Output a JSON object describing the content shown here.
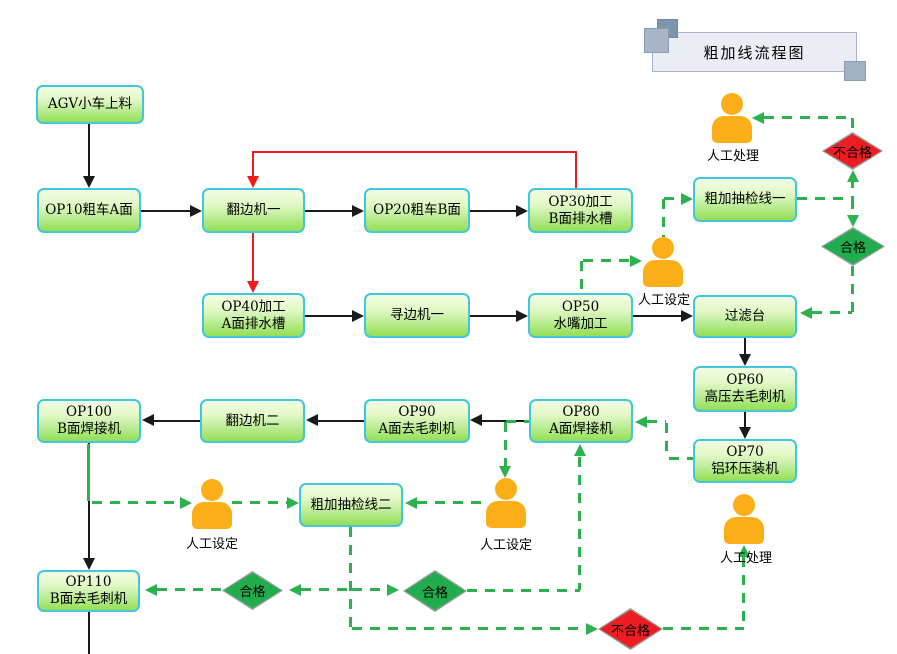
{
  "title": {
    "text": "粗加线流程图"
  },
  "nodes": {
    "agv": {
      "label": "AGV小车上料"
    },
    "op10": {
      "label": "OP10粗车A面"
    },
    "fanbianji1": {
      "label": "翻边机一"
    },
    "op20": {
      "label": "OP20粗车B面"
    },
    "op30": {
      "label": "OP30加工\nB面排水槽"
    },
    "op40": {
      "label": "OP40加工\nA面排水槽"
    },
    "xunbianji1": {
      "label": "寻边机一"
    },
    "op50": {
      "label": "OP50\n水嘴加工"
    },
    "guolvtai": {
      "label": "过滤台"
    },
    "choujian1": {
      "label": "粗加抽检线一"
    },
    "op60": {
      "label": "OP60\n高压去毛刺机"
    },
    "op70": {
      "label": "OP70\n铝环压装机"
    },
    "op80": {
      "label": "OP80\nA面焊接机"
    },
    "op90": {
      "label": "OP90\nA面去毛刺机"
    },
    "fanbianji2": {
      "label": "翻边机二"
    },
    "op100": {
      "label": "OP100\nB面焊接机"
    },
    "choujian2": {
      "label": "粗加抽检线二"
    },
    "op110": {
      "label": "OP110\nB面去毛刺机"
    }
  },
  "decisions": {
    "fail_top": {
      "label": "不合格",
      "color": "#ee1d23"
    },
    "pass_top": {
      "label": "合格",
      "color": "#21ac4e"
    },
    "pass_left": {
      "label": "合格",
      "color": "#21ac4e"
    },
    "pass_right": {
      "label": "合格",
      "color": "#21ac4e"
    },
    "fail_bottom": {
      "label": "不合格",
      "color": "#ee1d23"
    }
  },
  "persons": {
    "manual_handle_top": {
      "label": "人工处理"
    },
    "manual_set_top": {
      "label": "人工设定"
    },
    "manual_set_left": {
      "label": "人工设定"
    },
    "manual_set_right": {
      "label": "人工设定"
    },
    "manual_handle_bottom": {
      "label": "人工处理"
    }
  },
  "colors": {
    "node_border": "#41c6dd",
    "node_fill_top": "#f2fde3",
    "node_fill_bottom": "#94df55",
    "flow_black": "#1a1a1a",
    "flow_red": "#f21b1b",
    "flow_green": "#2db14f",
    "person": "#fbae17",
    "banner_fill": "#eaeef4"
  }
}
